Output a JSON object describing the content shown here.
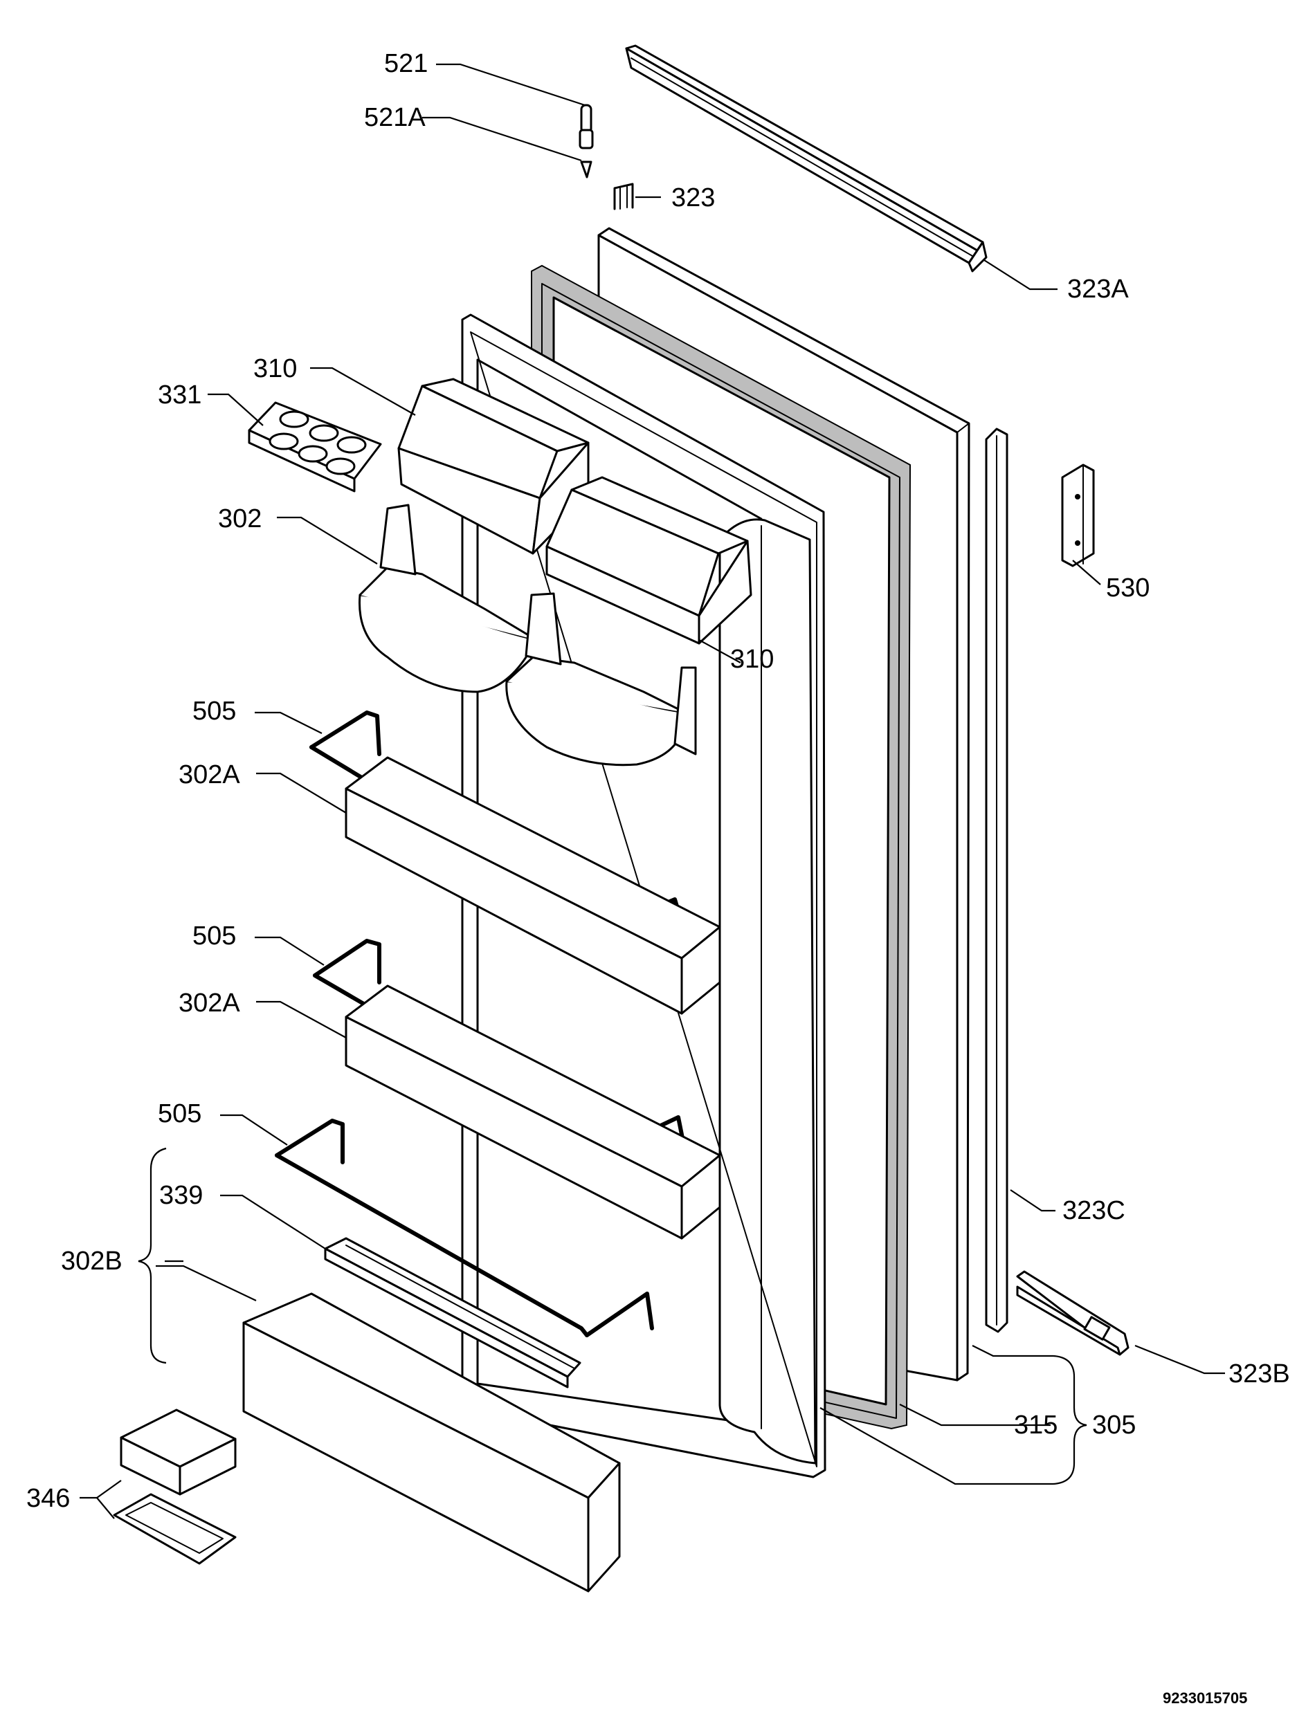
{
  "labels": {
    "p521": "521",
    "p521a": "521A",
    "p323": "323",
    "p323a": "323A",
    "p310_top": "310",
    "p331": "331",
    "p302": "302",
    "p310_mid": "310",
    "p530": "530",
    "p505_1": "505",
    "p302a_1": "302A",
    "p505_2": "505",
    "p302a_2": "302A",
    "p505_3": "505",
    "p339": "339",
    "p302b": "302B",
    "p323c": "323C",
    "p323b": "323B",
    "p315": "315",
    "p305": "305",
    "p346": "346"
  },
  "document_id": "9233015705"
}
